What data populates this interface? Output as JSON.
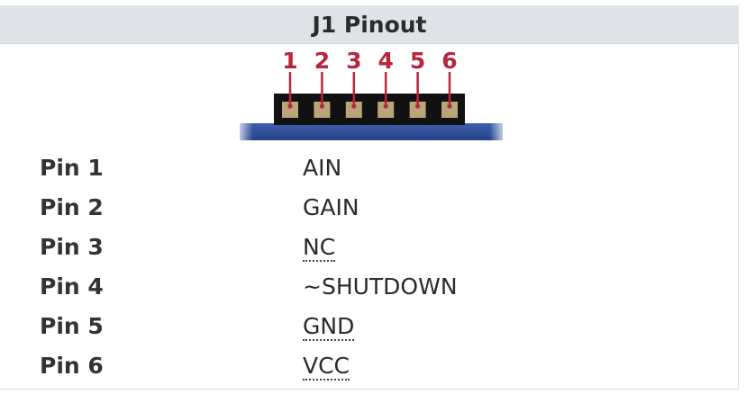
{
  "title": "J1 Pinout",
  "diagram": {
    "pin_numbers": [
      "1",
      "2",
      "3",
      "4",
      "5",
      "6"
    ],
    "colors": {
      "numbers": "#b5283b",
      "header_body": "#111111",
      "pads": "#b9a57a",
      "board": "#2f4f9e"
    }
  },
  "pins": [
    {
      "label": "Pin 1",
      "function": "AIN",
      "abbr": false
    },
    {
      "label": "Pin 2",
      "function": "GAIN",
      "abbr": false
    },
    {
      "label": "Pin 3",
      "function": "NC",
      "abbr": true
    },
    {
      "label": "Pin 4",
      "function": "~SHUTDOWN",
      "abbr": false
    },
    {
      "label": "Pin 5",
      "function": "GND",
      "abbr": true
    },
    {
      "label": "Pin 6",
      "function": "VCC",
      "abbr": true
    }
  ]
}
